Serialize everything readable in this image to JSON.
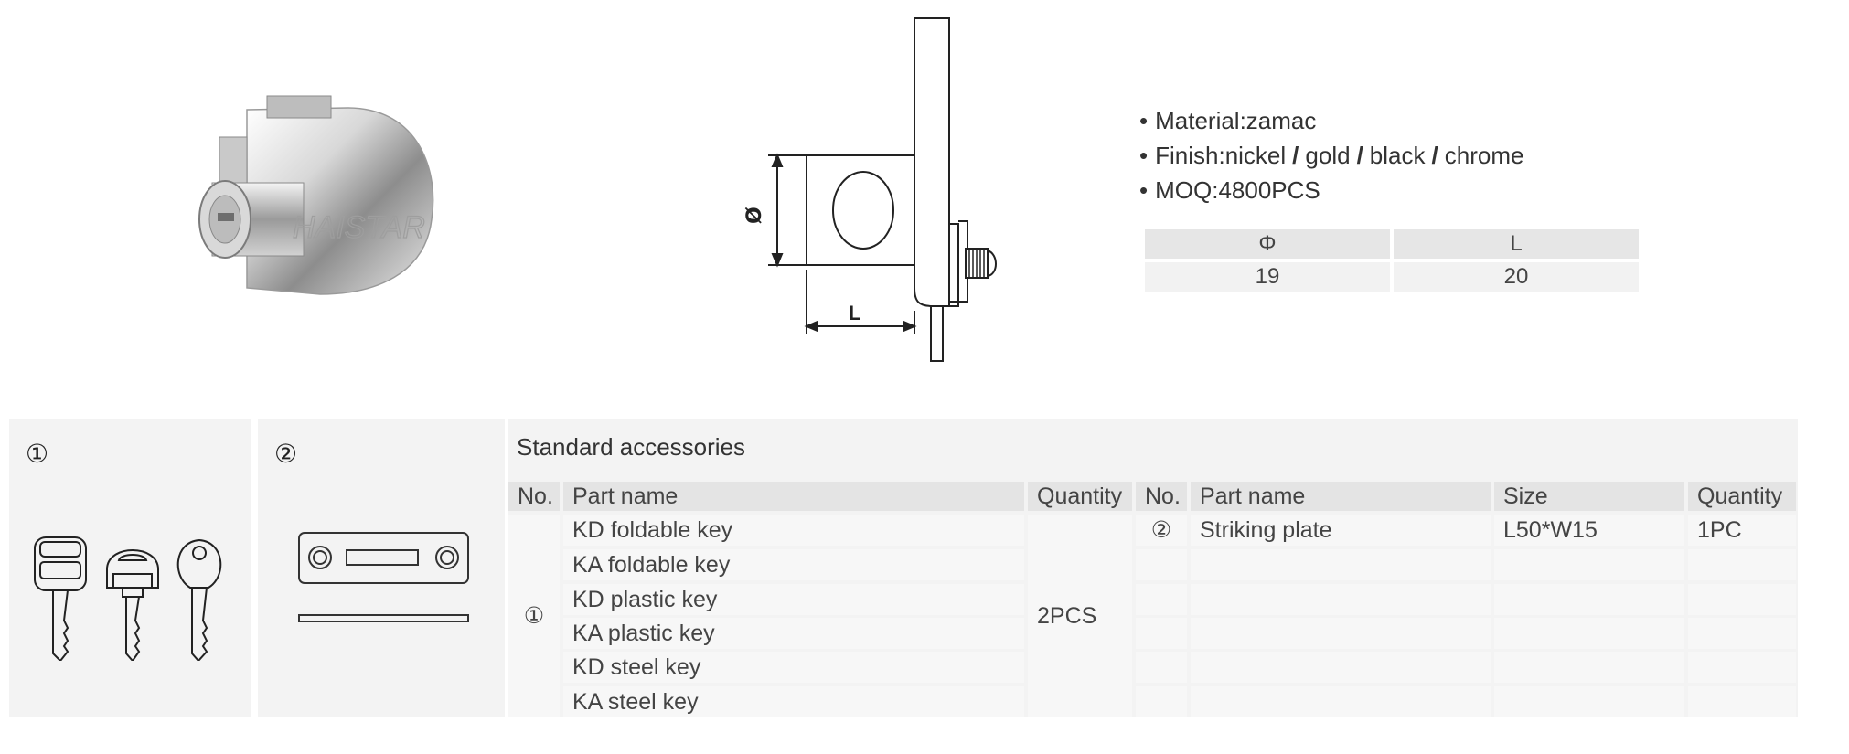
{
  "specs": {
    "material": "Material:zamac",
    "finish_prefix": "Finish:nickel",
    "finish_gold": "gold",
    "finish_black": "black",
    "finish_chrome": "chrome",
    "slash": "/",
    "moq": "MOQ:4800PCS",
    "bullet": "•"
  },
  "drawing": {
    "diameter_label": "Ø",
    "length_label": "L"
  },
  "photo": {
    "watermark": "HAISTAR"
  },
  "dimension_table": {
    "headers": [
      "Φ",
      "L"
    ],
    "values": [
      "19",
      "20"
    ]
  },
  "accessories": {
    "panel1_marker": "①",
    "panel2_marker": "②",
    "title": "Standard accessories",
    "left_headers": [
      "No.",
      "Part name",
      "Quantity"
    ],
    "right_headers": [
      "No.",
      "Part name",
      "Size",
      "Quantity"
    ],
    "group1_no": "①",
    "group1_parts": [
      "KD foldable key",
      "KA foldable key",
      "KD plastic key",
      "KA plastic key",
      "KD steel key",
      "KA steel key"
    ],
    "group1_qty": "2PCS",
    "group2_no": "②",
    "group2_part": "Striking plate",
    "group2_size": "L50*W15",
    "group2_qty": "1PC"
  }
}
